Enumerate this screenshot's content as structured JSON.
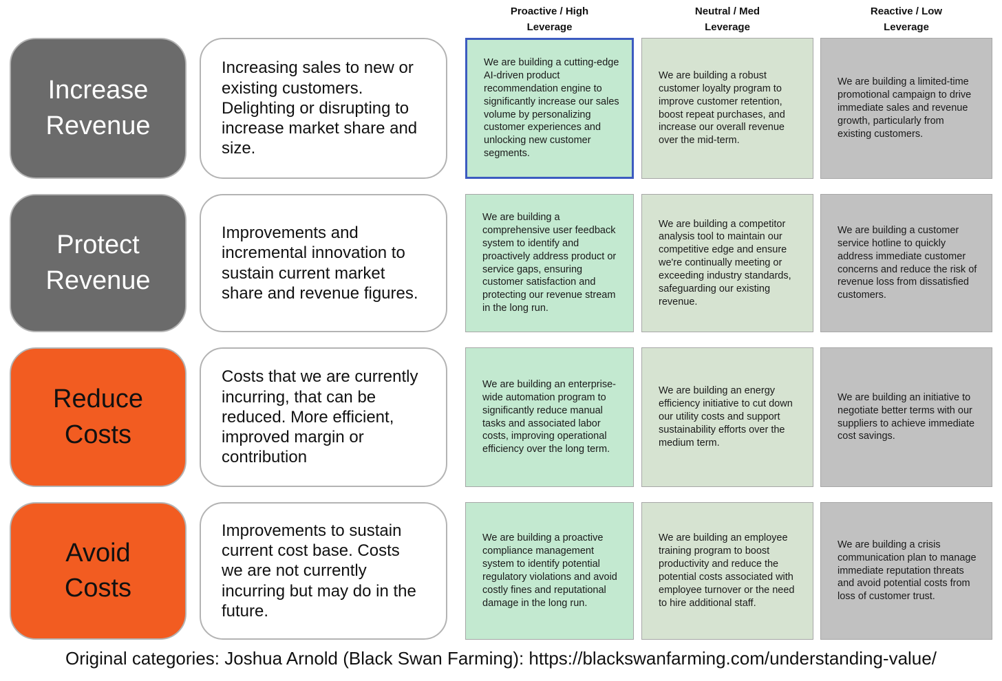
{
  "colors": {
    "category_gray": "#6b6b6b",
    "category_orange": "#f25c21",
    "box_border": "#b3b3b3",
    "cell_green_1": "#c3e9d0",
    "cell_green_2": "#d6e3d1",
    "cell_gray": "#c1c1c1",
    "cell_border": "#a6a6a6",
    "highlight_border": "#3c5bc0"
  },
  "columns": [
    {
      "label": "Proactive / High\nLeverage"
    },
    {
      "label": "Neutral / Med\nLeverage"
    },
    {
      "label": "Reactive / Low\nLeverage"
    }
  ],
  "rows": [
    {
      "category": "Increase\nRevenue",
      "description": "Increasing sales to new or existing customers. Delighting or disrupting to increase market share and size.",
      "cells": [
        "We are building a cutting-edge AI-driven product recommendation engine to significantly increase our sales volume by personalizing customer experiences and unlocking new customer segments.",
        "We are building a robust customer loyalty program to improve customer retention, boost repeat purchases, and increase our overall revenue over the mid-term.",
        "We are building a limited-time promotional campaign to drive immediate sales and revenue growth, particularly from existing customers."
      ]
    },
    {
      "category": "Protect\nRevenue",
      "description": "Improvements and incremental innovation to sustain current market share and revenue figures.",
      "cells": [
        "We are building a comprehensive user feedback system to identify and proactively address product or service gaps, ensuring customer satisfaction and protecting our revenue stream in the long run.",
        "We are building a competitor analysis tool to maintain our competitive edge and ensure we're continually meeting or exceeding industry standards, safeguarding our existing revenue.",
        "We are building a customer service hotline to quickly address immediate customer concerns and reduce the risk of revenue loss from dissatisfied customers."
      ]
    },
    {
      "category": "Reduce\nCosts",
      "description": "Costs that we are currently incurring, that can be reduced. More efficient, improved margin or contribution",
      "cells": [
        "We are building an enterprise-wide automation program to significantly reduce manual tasks and associated labor costs, improving operational efficiency over the long term.",
        "We are building an energy efficiency initiative to cut down our utility costs and support sustainability efforts over the medium term.",
        "We are building an initiative to negotiate better terms with our suppliers to achieve immediate cost savings."
      ]
    },
    {
      "category": "Avoid\nCosts",
      "description": "Improvements to sustain current cost base. Costs we are not currently incurring but may do in the future.",
      "cells": [
        "We are building a proactive compliance management system to identify potential regulatory violations and avoid costly fines and reputational damage in the long run.",
        "We are building an employee training program to boost productivity and reduce the potential costs associated with employee turnover or the need to hire additional staff.",
        "We are building a crisis communication plan to manage immediate reputation threats and avoid potential costs from loss of customer trust."
      ]
    }
  ],
  "footer": "Original categories: Joshua Arnold (Black Swan Farming): https://blackswanfarming.com/understanding-value/"
}
